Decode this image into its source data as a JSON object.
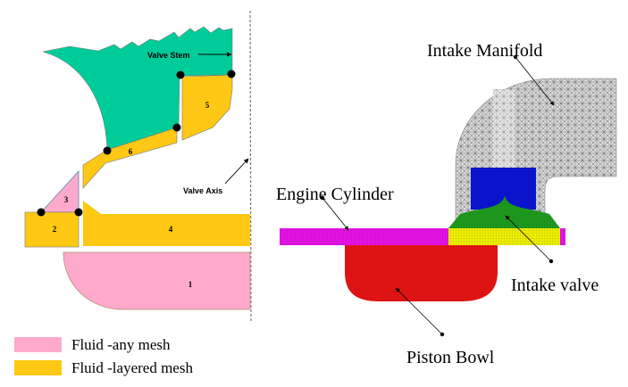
{
  "left_diagram": {
    "labels": {
      "valve_stem": "Valve Stem",
      "valve_axis": "Valve Axis"
    },
    "regions": [
      {
        "id": "1",
        "type": "any-mesh"
      },
      {
        "id": "2",
        "type": "layered-mesh"
      },
      {
        "id": "3",
        "type": "any-mesh"
      },
      {
        "id": "4",
        "type": "layered-mesh"
      },
      {
        "id": "5",
        "type": "layered-mesh"
      },
      {
        "id": "6",
        "type": "layered-mesh"
      }
    ],
    "legend": [
      {
        "label": "Fluid -any mesh",
        "color": "#ffaacc"
      },
      {
        "label": "Fluid -layered mesh",
        "color": "#ffc814"
      }
    ],
    "colors": {
      "valve": "#00cc99",
      "any_mesh": "#ffaacc",
      "layered_mesh": "#ffc814"
    }
  },
  "right_diagram": {
    "labels": {
      "intake_manifold": "Intake Manifold",
      "engine_cylinder": "Engine Cylinder",
      "intake_valve": "Intake valve",
      "piston_bowl": "Piston Bowl"
    },
    "colors": {
      "manifold": "#c8c8c8",
      "valve_body": "#0a14d2",
      "valve_seat": "#1e9b1e",
      "valve_gap": "#f0f000",
      "cylinder": "#e614e6",
      "bowl": "#e61414"
    }
  }
}
